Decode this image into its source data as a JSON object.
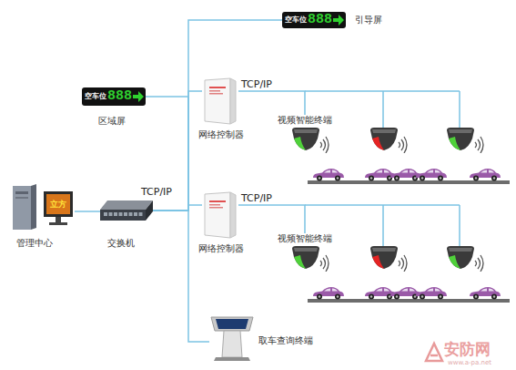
{
  "diagram": {
    "nodes": [
      {
        "text": [
          "空车位",
          "888",
          "引导屏"
        ]
      },
      {
        "text": [
          "空车位",
          "888",
          "区域屏"
        ]
      },
      {
        "text": [
          "网络控制器"
        ]
      },
      {
        "text": [
          "视频智能终端"
        ]
      },
      {
        "text": [
          "立方",
          "管理中心"
        ]
      },
      {
        "text": [
          "交换机"
        ]
      },
      {
        "text": [
          "网络控制器"
        ]
      },
      {
        "text": [
          "视频智能终端"
        ]
      },
      {
        "text": [
          "取车查询终端"
        ]
      }
    ],
    "edges": [
      {
        "from": 4,
        "to": 5,
        "arrow": "none"
      },
      {
        "from": 5,
        "to": 0,
        "arrow": "none"
      },
      {
        "from": 5,
        "to": 1,
        "arrow": "none"
      },
      {
        "from": 5,
        "to": 2,
        "arrow": "none"
      },
      {
        "from": 5,
        "to": 6,
        "label": "TCP/IP",
        "arrow": "none"
      },
      {
        "from": 5,
        "to": 8,
        "arrow": "none"
      },
      {
        "from": 2,
        "to": 3,
        "label": "TCP/IP",
        "arrow": "none"
      },
      {
        "from": 6,
        "to": 7,
        "label": "TCP/IP",
        "arrow": "none"
      }
    ],
    "labels": [
      "安防网",
      "www.a-pa.net"
    ]
  }
}
